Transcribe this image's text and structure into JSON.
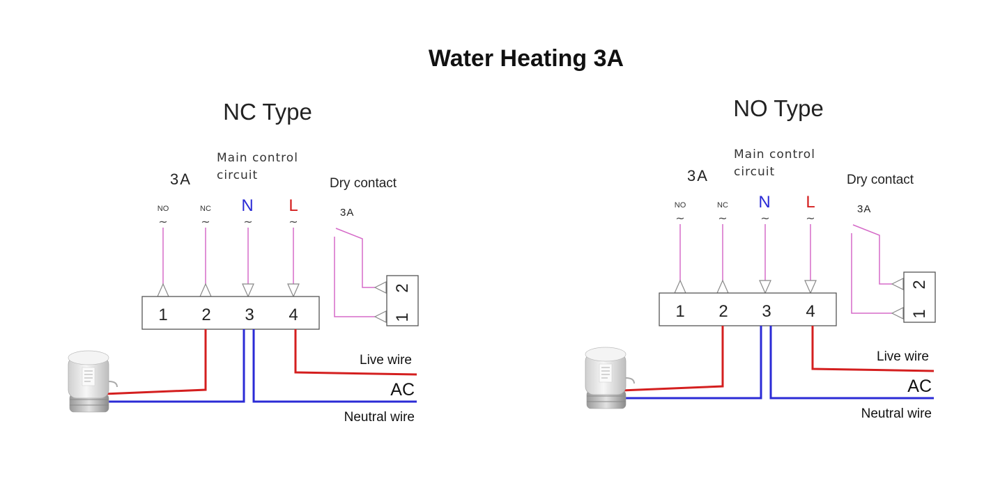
{
  "title": "Water Heating 3A",
  "diagrams": [
    {
      "subtitle": "NC Type",
      "rating": "3A",
      "main_control": [
        "Main control",
        "circuit"
      ],
      "dry_contact": "Dry contact",
      "dry_rating": "3A",
      "inputs": [
        "NO",
        "NC",
        "N",
        "L"
      ],
      "tilde": "~",
      "terminals": [
        "1",
        "2",
        "3",
        "4"
      ],
      "contact_terminals": [
        "2",
        "1"
      ],
      "live_label": "Live wire",
      "ac_label": "AC",
      "neutral_label": "Neutral wire"
    },
    {
      "subtitle": "NO Type",
      "rating": "3A",
      "main_control": [
        "Main control",
        "circuit"
      ],
      "dry_contact": "Dry contact",
      "dry_rating": "3A",
      "inputs": [
        "NO",
        "NC",
        "N",
        "L"
      ],
      "tilde": "~",
      "terminals": [
        "1",
        "2",
        "3",
        "4"
      ],
      "contact_terminals": [
        "2",
        "1"
      ],
      "live_label": "Live wire",
      "ac_label": "AC",
      "neutral_label": "Neutral wire"
    }
  ],
  "colors": {
    "live": "#d41f1f",
    "neutral": "#2b2bd6",
    "control": "#d56ac8"
  }
}
